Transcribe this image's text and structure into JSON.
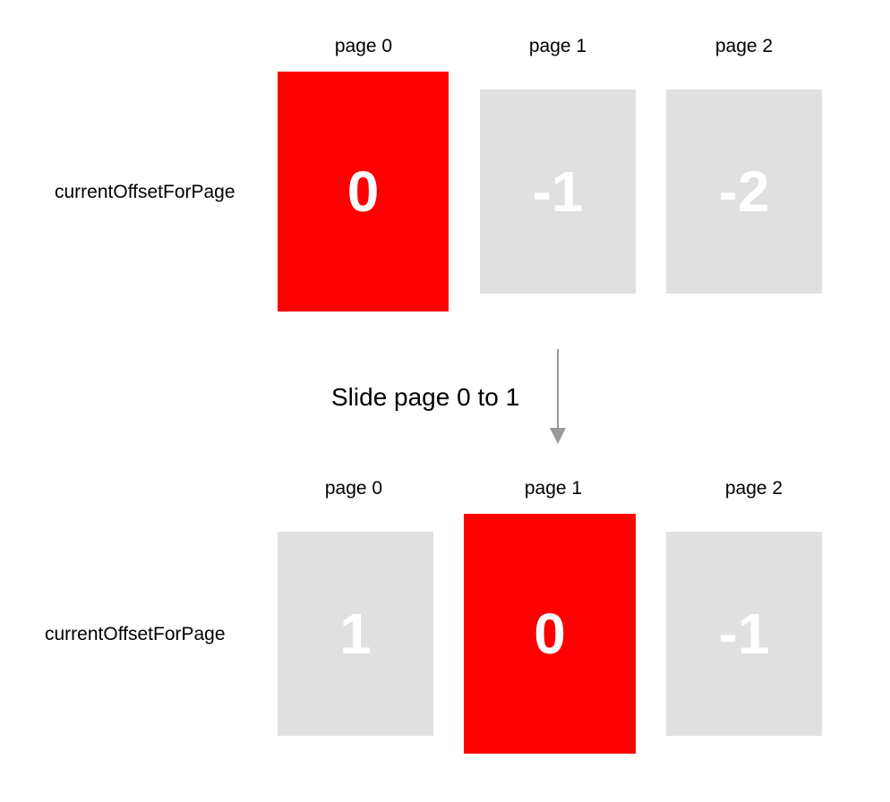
{
  "colors": {
    "active": "#ff0000",
    "inactive": "#e0e0e0",
    "value_text": "#ffffff",
    "arrow": "#999999"
  },
  "top_row": {
    "row_label": "currentOffsetForPage",
    "pages": [
      {
        "label": "page 0",
        "value": "0",
        "active": true
      },
      {
        "label": "page 1",
        "value": "-1",
        "active": false
      },
      {
        "label": "page 2",
        "value": "-2",
        "active": false
      }
    ]
  },
  "transition": {
    "label": "Slide page 0 to 1"
  },
  "bottom_row": {
    "row_label": "currentOffsetForPage",
    "pages": [
      {
        "label": "page 0",
        "value": "1",
        "active": false
      },
      {
        "label": "page 1",
        "value": "0",
        "active": true
      },
      {
        "label": "page 2",
        "value": "-1",
        "active": false
      }
    ]
  }
}
